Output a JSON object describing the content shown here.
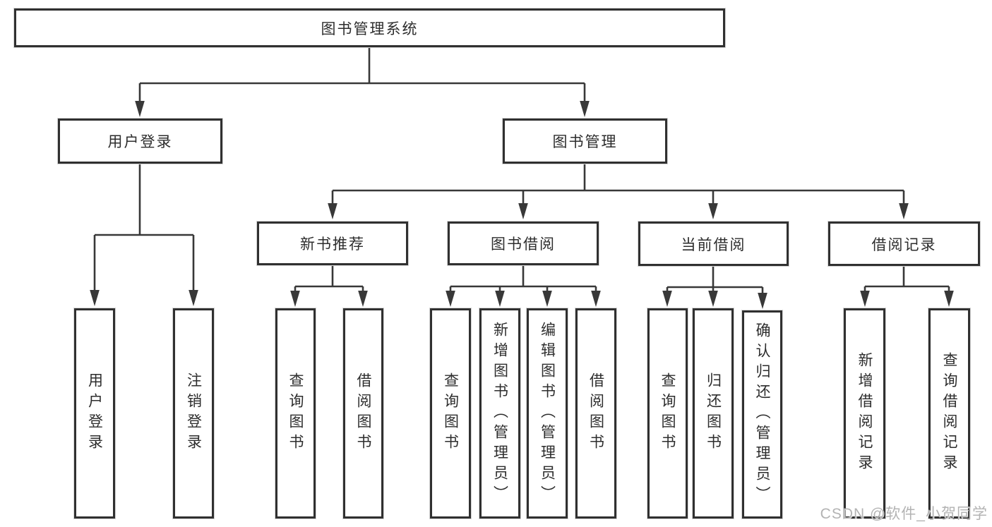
{
  "diagram": {
    "title": "图书管理系统",
    "type": "function-structure-tree",
    "colors": {
      "background": "#ffffff",
      "box_border": "#303030",
      "line": "#383838",
      "text": "#2d2d2d",
      "watermark": "#b3b3b3"
    },
    "tree": {
      "label": "图书管理系统",
      "children": [
        {
          "label": "用户登录",
          "children": [
            {
              "label": "用户登录"
            },
            {
              "label": "注销登录"
            }
          ]
        },
        {
          "label": "图书管理",
          "children": [
            {
              "label": "新书推荐",
              "children": [
                {
                  "label": "查询图书"
                },
                {
                  "label": "借阅图书"
                }
              ]
            },
            {
              "label": "图书借阅",
              "children": [
                {
                  "label": "查询图书"
                },
                {
                  "label": "新增图书（管理员）"
                },
                {
                  "label": "编辑图书（管理员）"
                },
                {
                  "label": "借阅图书"
                }
              ]
            },
            {
              "label": "当前借阅",
              "children": [
                {
                  "label": "查询图书"
                },
                {
                  "label": "归还图书"
                },
                {
                  "label": "确认归还（管理员）"
                }
              ]
            },
            {
              "label": "借阅记录",
              "children": [
                {
                  "label": "新增借阅记录"
                },
                {
                  "label": "查询借阅记录"
                }
              ]
            }
          ]
        }
      ]
    },
    "watermark": "CSDN @软件_小贺同学"
  }
}
